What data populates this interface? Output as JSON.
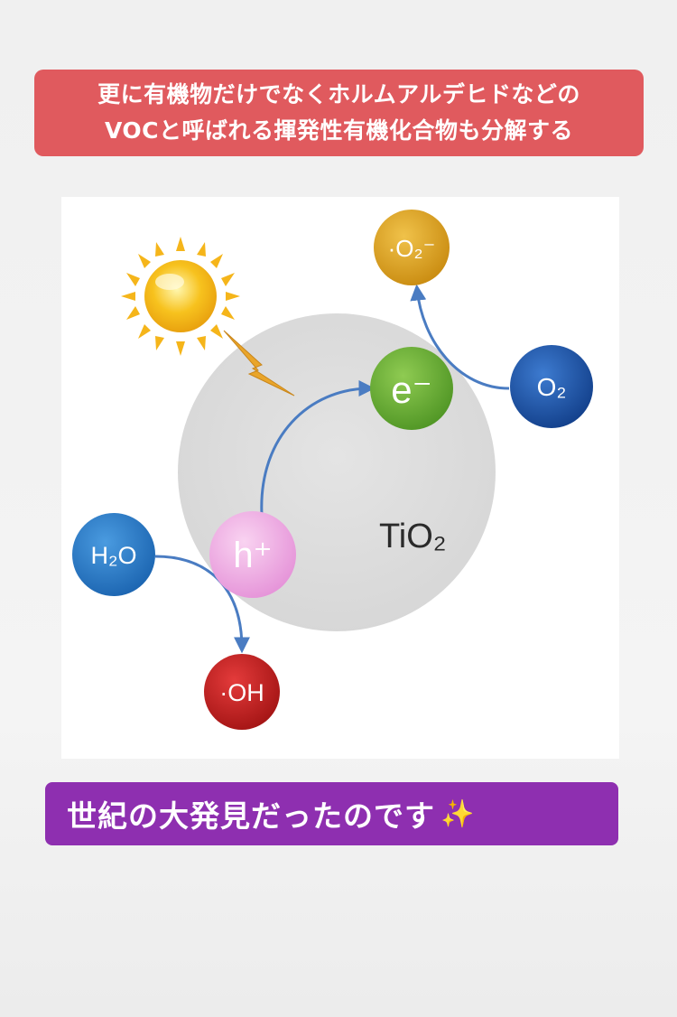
{
  "top_banner": {
    "line1": "更に有機物だけでなくホルムアルデヒドなどの",
    "line2": "VOCと呼ばれる揮発性有機化合物も分解する"
  },
  "diagram": {
    "particle_label": "TiO₂",
    "molecules": {
      "superoxide": "·O₂⁻",
      "electron": "e⁻",
      "oxygen": "O₂",
      "hole": "h⁺",
      "water": "H₂O",
      "hydroxyl": "·OH"
    },
    "colors": {
      "superoxide": "#e2a51c",
      "electron": "#6fb43a",
      "oxygen": "#1d5ab3",
      "hole": "#f2b6e6",
      "water": "#2e83d2",
      "hydroxyl": "#cc2121",
      "sun": "#f7c21e",
      "lightning": "#e9a52a",
      "arrow": "#4a7cc2"
    }
  },
  "bottom_banner": {
    "text": "世紀の大発見だったのです",
    "sparkle_icon": "✨"
  }
}
